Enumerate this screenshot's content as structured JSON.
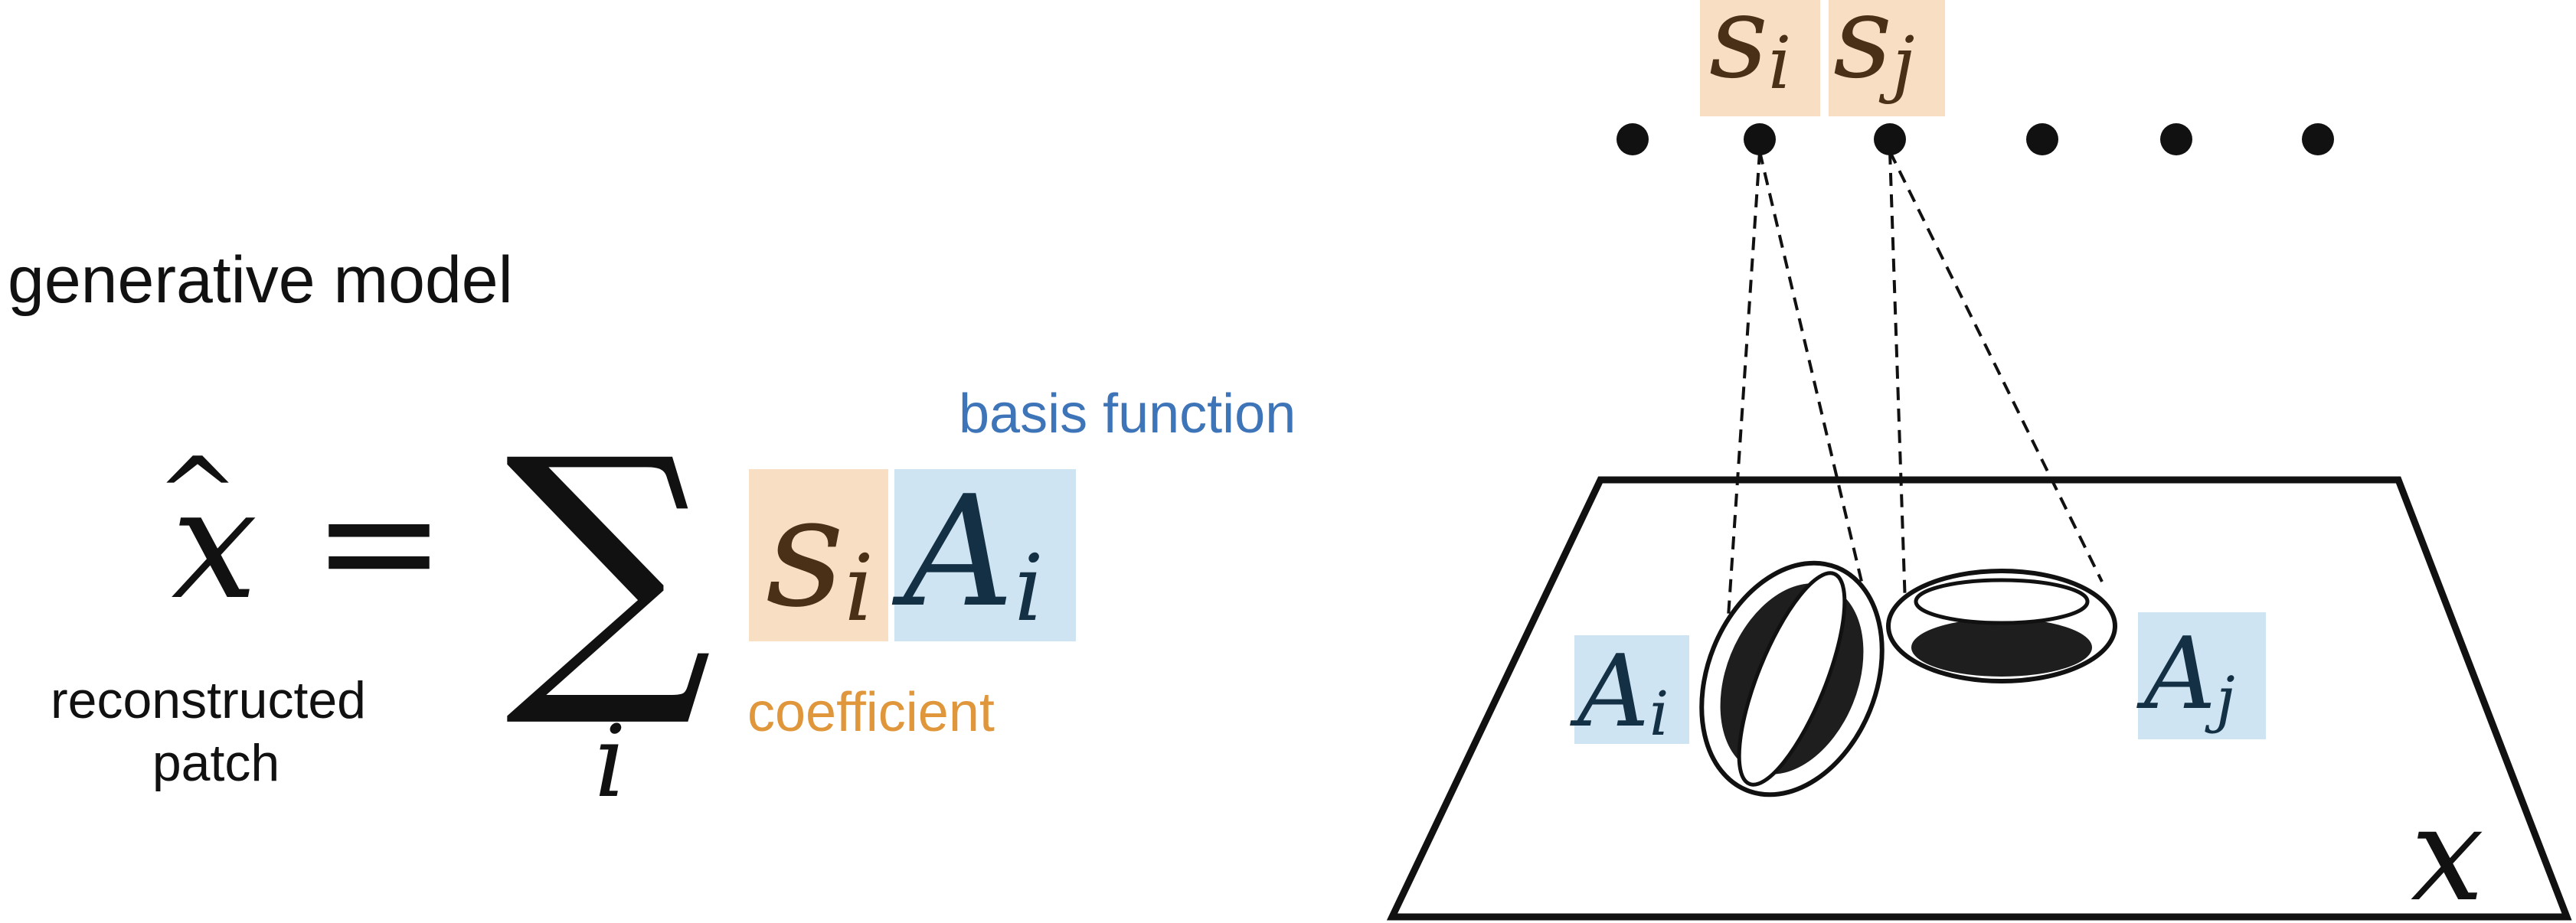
{
  "colors": {
    "coefficient_fill": "#f8dfc4",
    "basis_fill": "#cfe4f3",
    "coefficient_text": "#e0963b",
    "basis_text": "#3e74b8",
    "math_brown": "#4a3016",
    "math_navy": "#143044",
    "ink": "#111111"
  },
  "left_panel": {
    "heading": "generative model",
    "equation": {
      "lhs_symbol": "x",
      "hat": "^",
      "equals": "=",
      "sum_symbol": "∑",
      "sum_index": "i",
      "coef_letter": "s",
      "coef_sub": "i",
      "basis_letter": "A",
      "basis_sub": "i"
    },
    "label_basis": "basis function",
    "label_coefficient": "coefficient",
    "label_reconstructed_line1": "reconstructed",
    "label_reconstructed_line2": "patch"
  },
  "right_panel": {
    "units": [
      "s",
      "s"
    ],
    "unit_subscripts": [
      "i",
      "j"
    ],
    "basis_labels": [
      "A",
      "A"
    ],
    "basis_subscripts": [
      "i",
      "j"
    ],
    "image_label": "x",
    "dot_count": 6,
    "icons": [
      "vertical-gabor-icon",
      "horizontal-gabor-icon"
    ]
  }
}
